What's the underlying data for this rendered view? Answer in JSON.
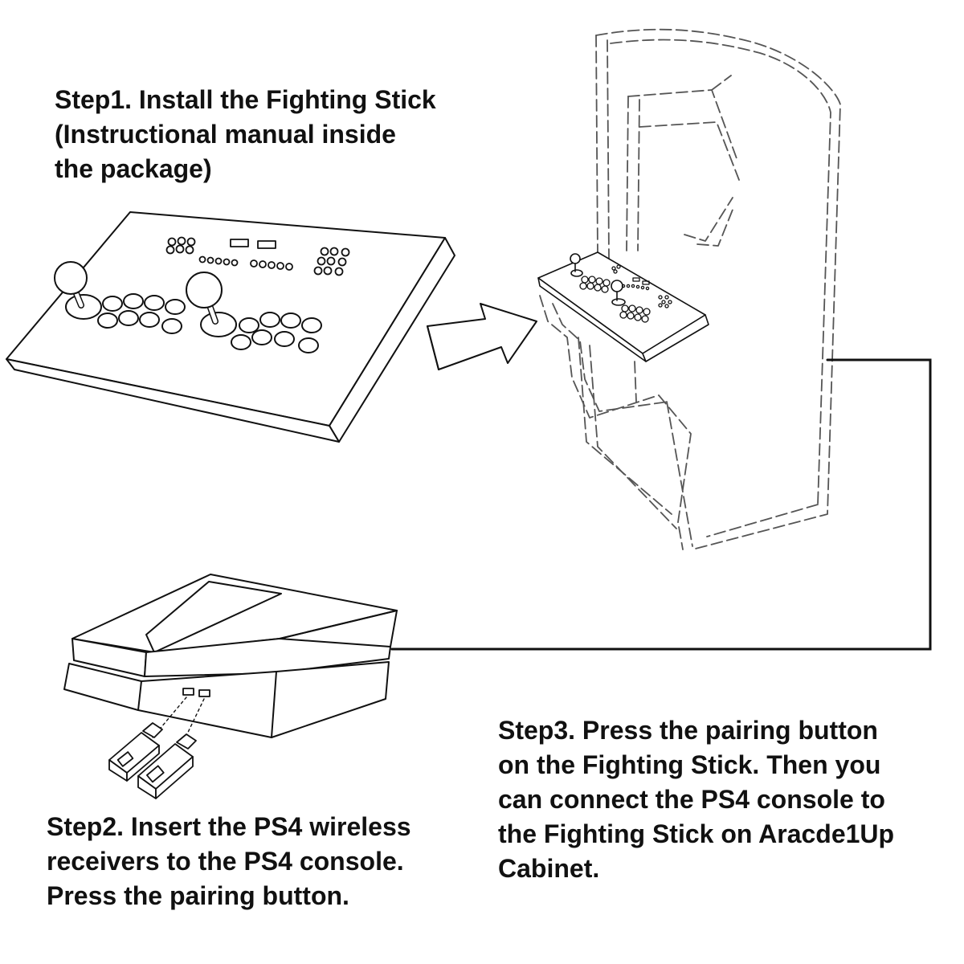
{
  "steps": {
    "step1": "Step1. Install the Fighting Stick\n(Instructional manual inside\nthe package)",
    "step2": "Step2. Insert the PS4 wireless\nreceivers to the PS4 console.\nPress the pairing button.",
    "step3": "Step3. Press the pairing button\non the Fighting Stick. Then you\ncan connect the PS4 console to\nthe Fighting Stick on Aracde1Up\nCabinet."
  },
  "colors": {
    "ink": "#111111",
    "background": "#ffffff",
    "ghost_line": "#666666"
  },
  "icons": {
    "fighting_stick": "fighting-stick-icon",
    "arrow": "right-arrow-icon",
    "cabinet": "arcade-cabinet-icon",
    "console": "ps4-console-icon",
    "receivers": "usb-receiver-icon",
    "cable": "connection-line"
  }
}
